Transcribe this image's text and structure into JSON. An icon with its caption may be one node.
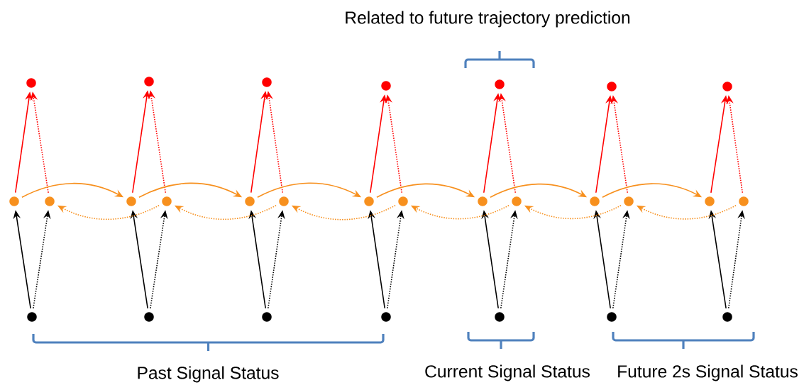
{
  "diagram": {
    "nodes": [
      {
        "text": [],
        "shape": "circle"
      },
      {
        "text": [],
        "shape": "circle"
      },
      {
        "text": [],
        "shape": "circle"
      },
      {
        "text": [],
        "shape": "circle"
      },
      {
        "text": [],
        "shape": "circle"
      },
      {
        "text": [],
        "shape": "circle"
      },
      {
        "text": [],
        "shape": "circle"
      },
      {
        "text": [],
        "shape": "circle"
      },
      {
        "text": [],
        "shape": "circle"
      },
      {
        "text": [],
        "shape": "circle"
      },
      {
        "text": [],
        "shape": "circle"
      },
      {
        "text": [],
        "shape": "circle"
      },
      {
        "text": [],
        "shape": "circle"
      },
      {
        "text": [],
        "shape": "circle"
      },
      {
        "text": [],
        "shape": "circle"
      },
      {
        "text": [],
        "shape": "circle"
      },
      {
        "text": [],
        "shape": "circle"
      },
      {
        "text": [],
        "shape": "circle"
      },
      {
        "text": [],
        "shape": "circle"
      },
      {
        "text": [],
        "shape": "circle"
      },
      {
        "text": [],
        "shape": "circle"
      },
      {
        "text": [],
        "shape": "circle"
      },
      {
        "text": [],
        "shape": "circle"
      },
      {
        "text": [],
        "shape": "circle"
      },
      {
        "text": [],
        "shape": "circle"
      },
      {
        "text": [],
        "shape": "circle"
      },
      {
        "text": [],
        "shape": "circle"
      },
      {
        "text": [],
        "shape": "circle"
      }
    ],
    "edges": [
      {
        "from": 21,
        "to": 7,
        "arrow": "to"
      },
      {
        "from": 21,
        "to": 8,
        "arrow": "to",
        "style": "dashed"
      },
      {
        "from": 22,
        "to": 9,
        "arrow": "to"
      },
      {
        "from": 22,
        "to": 10,
        "arrow": "to",
        "style": "dashed"
      },
      {
        "from": 23,
        "to": 11,
        "arrow": "to"
      },
      {
        "from": 23,
        "to": 12,
        "arrow": "to",
        "style": "dashed"
      },
      {
        "from": 24,
        "to": 13,
        "arrow": "to"
      },
      {
        "from": 24,
        "to": 14,
        "arrow": "to",
        "style": "dashed"
      },
      {
        "from": 25,
        "to": 15,
        "arrow": "to"
      },
      {
        "from": 25,
        "to": 16,
        "arrow": "to",
        "style": "dashed"
      },
      {
        "from": 26,
        "to": 17,
        "arrow": "to"
      },
      {
        "from": 26,
        "to": 18,
        "arrow": "to",
        "style": "dashed"
      },
      {
        "from": 27,
        "to": 19,
        "arrow": "to"
      },
      {
        "from": 27,
        "to": 20,
        "arrow": "to",
        "style": "dashed"
      },
      {
        "from": 7,
        "to": 0,
        "arrow": "to",
        "color": "#ff0000"
      },
      {
        "from": 8,
        "to": 0,
        "arrow": "to",
        "style": "dashed",
        "color": "#ff0000"
      },
      {
        "from": 9,
        "to": 1,
        "arrow": "to",
        "color": "#ff0000"
      },
      {
        "from": 10,
        "to": 1,
        "arrow": "to",
        "style": "dashed",
        "color": "#ff0000"
      },
      {
        "from": 11,
        "to": 2,
        "arrow": "to",
        "color": "#ff0000"
      },
      {
        "from": 12,
        "to": 2,
        "arrow": "to",
        "style": "dashed",
        "color": "#ff0000"
      },
      {
        "from": 13,
        "to": 3,
        "arrow": "to",
        "color": "#ff0000"
      },
      {
        "from": 14,
        "to": 3,
        "arrow": "to",
        "style": "dashed",
        "color": "#ff0000"
      },
      {
        "from": 15,
        "to": 4,
        "arrow": "to",
        "color": "#ff0000"
      },
      {
        "from": 16,
        "to": 4,
        "arrow": "to",
        "style": "dashed",
        "color": "#ff0000"
      },
      {
        "from": 17,
        "to": 5,
        "arrow": "to",
        "color": "#ff0000"
      },
      {
        "from": 18,
        "to": 5,
        "arrow": "to",
        "style": "dashed",
        "color": "#ff0000"
      },
      {
        "from": 19,
        "to": 6,
        "arrow": "to",
        "color": "#ff0000"
      },
      {
        "from": 20,
        "to": 6,
        "arrow": "to",
        "style": "dashed",
        "color": "#ff0000"
      },
      {
        "from": 7,
        "to": 9,
        "arrow": "to",
        "color": "#f7901e"
      },
      {
        "from": 9,
        "to": 11,
        "arrow": "to",
        "color": "#f7901e"
      },
      {
        "from": 11,
        "to": 13,
        "arrow": "to",
        "color": "#f7901e"
      },
      {
        "from": 13,
        "to": 15,
        "arrow": "to",
        "color": "#f7901e"
      },
      {
        "from": 15,
        "to": 17,
        "arrow": "to",
        "color": "#f7901e"
      },
      {
        "from": 17,
        "to": 19,
        "arrow": "to",
        "color": "#f7901e"
      },
      {
        "from": 10,
        "to": 8,
        "arrow": "to",
        "style": "dashed",
        "color": "#f7901e"
      },
      {
        "from": 12,
        "to": 10,
        "arrow": "to",
        "style": "dashed",
        "color": "#f7901e"
      },
      {
        "from": 14,
        "to": 12,
        "arrow": "to",
        "style": "dashed",
        "color": "#f7901e"
      },
      {
        "from": 16,
        "to": 14,
        "arrow": "to",
        "style": "dashed",
        "color": "#f7901e"
      },
      {
        "from": 18,
        "to": 16,
        "arrow": "to",
        "style": "dashed",
        "color": "#f7901e"
      },
      {
        "from": 20,
        "to": 18,
        "arrow": "to",
        "style": "dashed",
        "color": "#f7901e"
      }
    ],
    "labels": [
      "Related to future trajectory prediction",
      "Past Signal Status",
      "Current Signal Status",
      "Future 2s Signal Status"
    ]
  }
}
